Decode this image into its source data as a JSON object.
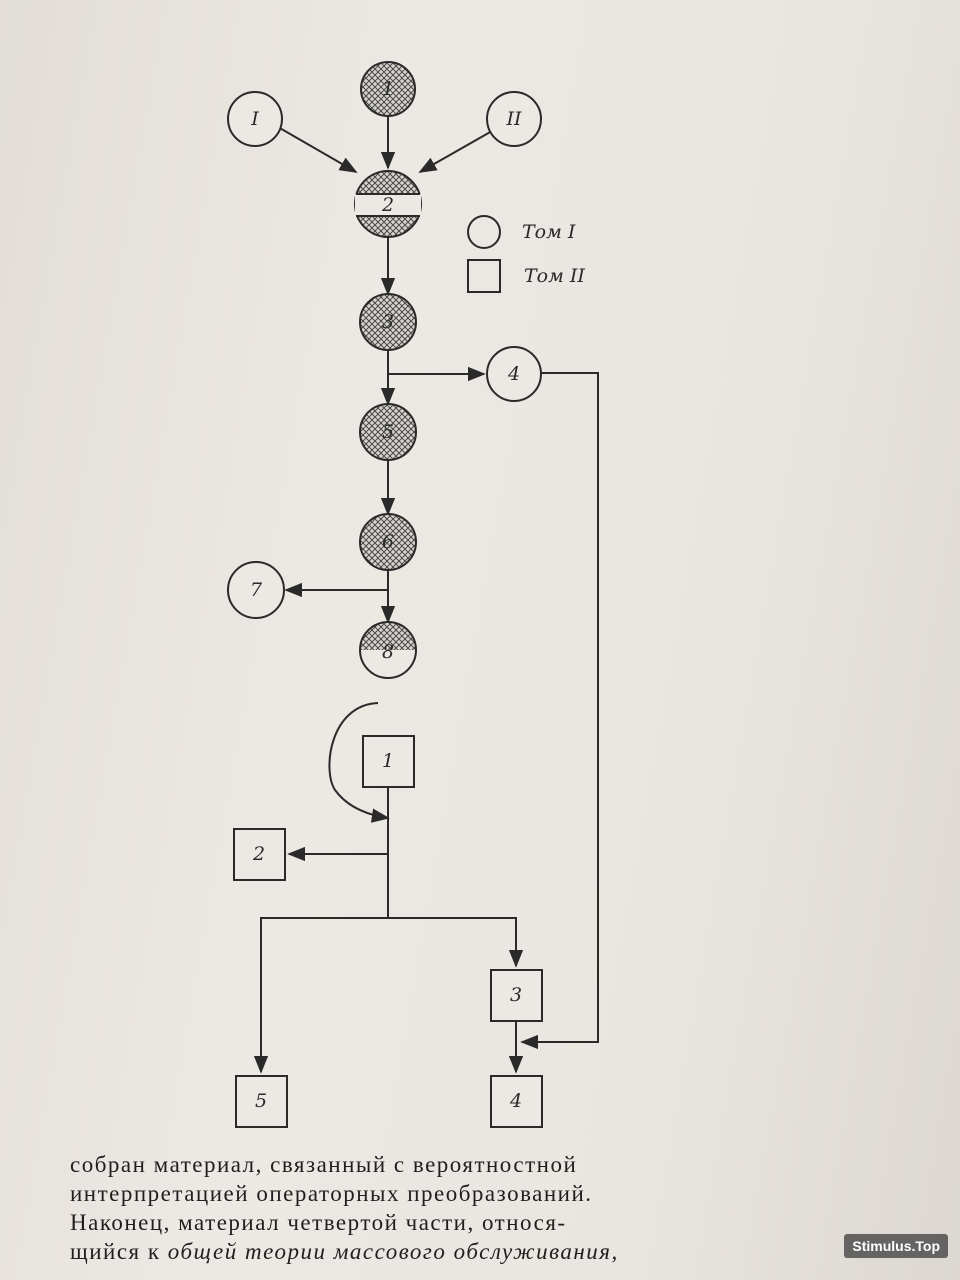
{
  "nodes": {
    "c1": "1",
    "cI": "I",
    "cII": "II",
    "c2": "2",
    "c3": "3",
    "c4": "4",
    "c5": "5",
    "c6": "6",
    "c7": "7",
    "c8": "8",
    "s1": "1",
    "s2": "2",
    "s3": "3",
    "s4": "4",
    "s5": "5"
  },
  "legend": {
    "circle_label": "Том I",
    "square_label": "Том II"
  },
  "text": {
    "line1": "собран материал, связанный с вероятностной",
    "line2": "интерпретацией операторных преобразований.",
    "line3": "Наконец, материал четвертой части, относя-",
    "line4_a": "щийся к ",
    "line4_b": "общей теории массового обслуживания,"
  },
  "watermark": "Stimulus.Top",
  "colors": {
    "ink": "#2a2a2a",
    "paper": "#e9e5e0"
  }
}
